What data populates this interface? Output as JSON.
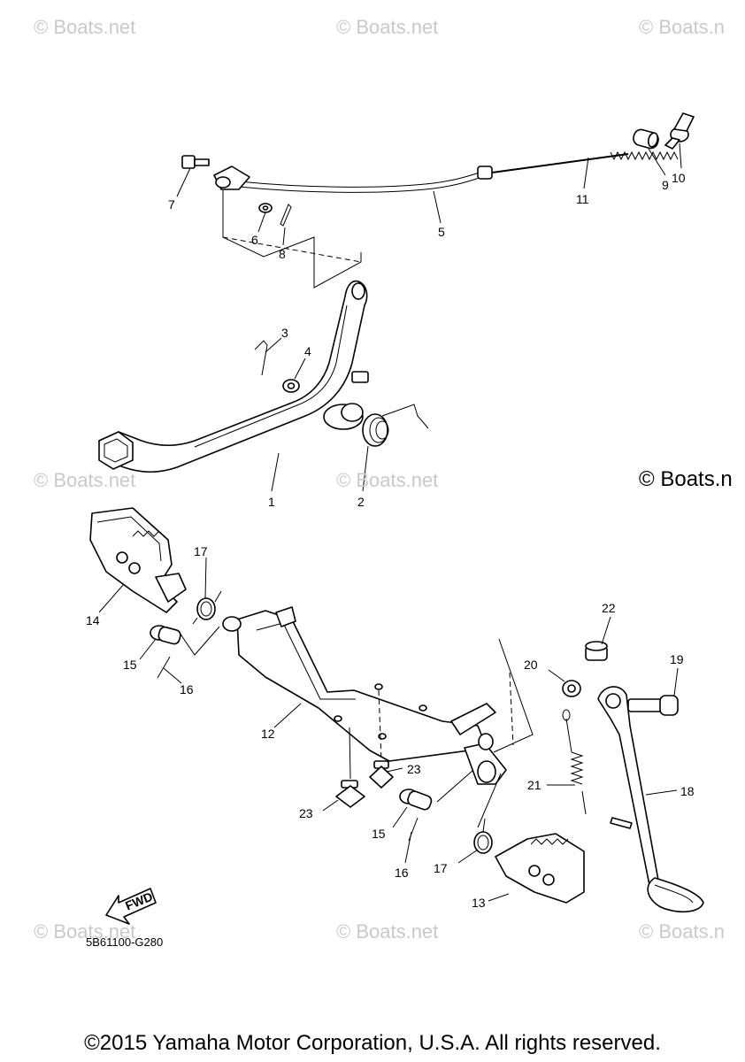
{
  "watermarks": [
    "© Boats.net",
    "© Boats.net",
    "© Boats.n",
    "© Boats.net",
    "© Boats.net",
    "© Boats.n",
    "© Boats.net",
    "© Boats.net",
    "© Boats.n"
  ],
  "watermark_highlight": "© Boats.n",
  "callouts": [
    "1",
    "2",
    "3",
    "4",
    "5",
    "6",
    "7",
    "8",
    "9",
    "10",
    "11",
    "12",
    "13",
    "14",
    "15",
    "15",
    "16",
    "16",
    "17",
    "17",
    "18",
    "19",
    "20",
    "21",
    "22",
    "23",
    "23"
  ],
  "fwd_label": "FWD",
  "diagram_code": "5B61100-G280",
  "copyright": "©2015 Yamaha Motor Corporation, U.S.A. All rights reserved."
}
